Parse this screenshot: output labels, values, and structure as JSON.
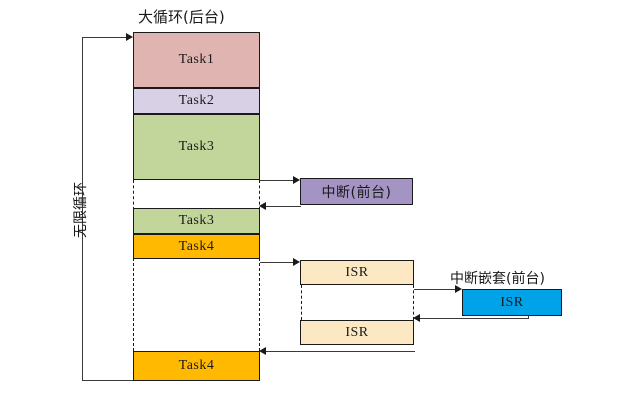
{
  "diagram": {
    "title_background_loop": "大循环(后台)",
    "label_infinite_loop": "无限循环",
    "label_interrupt_foreground": "中断(前台)",
    "label_nested_interrupt_foreground": "中断嵌套(前台)",
    "caption": "",
    "colors": {
      "task1": "#e0b4b0",
      "task2": "#d8d0e4",
      "task3": "#c2d69b",
      "task4": "#ffb900",
      "interrupt": "#a394c4",
      "isr": "#fce9c4",
      "isr_nested": "#00a2e8",
      "stroke": "#1a1a1a",
      "line": "#3a3a3a"
    },
    "task_blocks": [
      {
        "label": "Task1",
        "color_key": "task1"
      },
      {
        "label": "Task2",
        "color_key": "task2"
      },
      {
        "label": "Task3",
        "color_key": "task3"
      },
      {
        "label": "Task3",
        "color_key": "task3"
      },
      {
        "label": "Task4",
        "color_key": "task4"
      },
      {
        "label": "Task4",
        "color_key": "task4"
      }
    ],
    "isr_blocks": [
      {
        "label": "ISR",
        "color_key": "isr"
      },
      {
        "label": "ISR",
        "color_key": "isr"
      }
    ],
    "nested_isr_block": {
      "label": "ISR",
      "color_key": "isr_nested"
    },
    "interrupt_block": {
      "label": "中断(前台)",
      "color_key": "interrupt"
    }
  }
}
